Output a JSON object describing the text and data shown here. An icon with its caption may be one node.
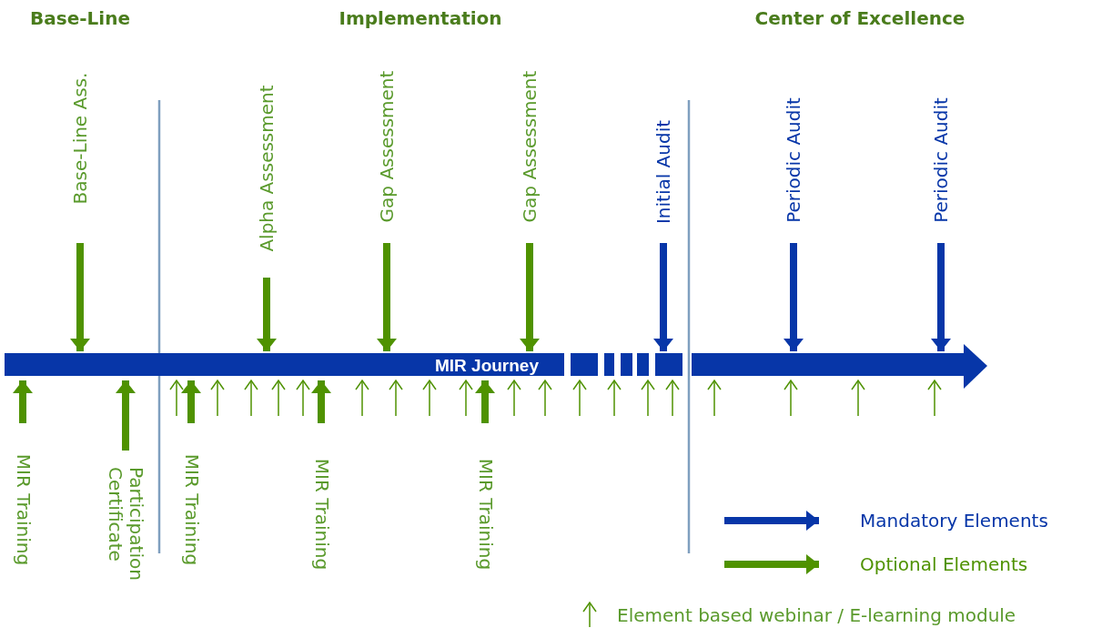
{
  "diagram": {
    "nodes": [
      {
        "text": [
          "Base-Line Ass."
        ]
      },
      {
        "text": [
          "Alpha Assessment"
        ]
      },
      {
        "text": [
          "Gap Assessment"
        ]
      },
      {
        "text": [
          "Gap Assessment"
        ]
      },
      {
        "text": [
          "Initial Audit"
        ]
      },
      {
        "text": [
          "Periodic Audit"
        ]
      },
      {
        "text": [
          "Periodic Audit"
        ]
      },
      {
        "text": [
          "MIR Journey"
        ]
      },
      {
        "text": [
          "MIR Training"
        ]
      },
      {
        "text": [
          "Participation Certificate"
        ]
      },
      {
        "text": [
          "MIR Training"
        ]
      },
      {
        "text": [
          "MIR Training"
        ]
      },
      {
        "text": [
          "MIR Training"
        ]
      }
    ],
    "edges": [
      {
        "from": 0,
        "to": 7,
        "arrow": "to",
        "style": "thick"
      },
      {
        "from": 1,
        "to": 7,
        "arrow": "to",
        "style": "thick"
      },
      {
        "from": 2,
        "to": 7,
        "arrow": "to",
        "style": "thick"
      },
      {
        "from": 3,
        "to": 7,
        "arrow": "to",
        "style": "thick"
      },
      {
        "from": 4,
        "to": 7,
        "arrow": "to",
        "style": "thick",
        "color": "#0736a8"
      },
      {
        "from": 5,
        "to": 7,
        "arrow": "to",
        "style": "thick",
        "color": "#0736a8"
      },
      {
        "from": 6,
        "to": 7,
        "arrow": "to",
        "style": "thick",
        "color": "#0736a8"
      },
      {
        "from": 8,
        "to": 7,
        "arrow": "to",
        "style": "thick"
      },
      {
        "from": 9,
        "to": 7,
        "arrow": "to",
        "style": "thick"
      },
      {
        "from": 10,
        "to": 7,
        "arrow": "to",
        "style": "thick"
      },
      {
        "from": 11,
        "to": 7,
        "arrow": "to",
        "style": "thick"
      },
      {
        "from": 12,
        "to": 7,
        "arrow": "to",
        "style": "thick"
      },
      {
        "from": null,
        "to": 7,
        "arrow": "to"
      },
      {
        "from": null,
        "to": 7,
        "arrow": "to"
      },
      {
        "from": null,
        "to": 7,
        "arrow": "to"
      },
      {
        "from": null,
        "to": 7,
        "arrow": "to"
      },
      {
        "from": null,
        "to": 7,
        "arrow": "to"
      },
      {
        "from": null,
        "to": 7,
        "arrow": "to"
      },
      {
        "from": null,
        "to": 7,
        "arrow": "to"
      },
      {
        "from": null,
        "to": 7,
        "arrow": "to"
      },
      {
        "from": null,
        "to": 7,
        "arrow": "to"
      },
      {
        "from": null,
        "to": 7,
        "arrow": "to"
      },
      {
        "from": null,
        "to": 7,
        "arrow": "to"
      },
      {
        "from": null,
        "to": 7,
        "arrow": "to"
      },
      {
        "from": null,
        "to": 7,
        "arrow": "to"
      },
      {
        "from": null,
        "to": 7,
        "arrow": "to"
      },
      {
        "from": null,
        "to": 7,
        "arrow": "to"
      },
      {
        "from": null,
        "to": 7,
        "arrow": "to"
      },
      {
        "from": null,
        "to": 7,
        "arrow": "to"
      },
      {
        "from": null,
        "to": 7,
        "arrow": "to"
      },
      {
        "from": null,
        "to": 7,
        "arrow": "to"
      }
    ],
    "labels": [
      "Base-Line",
      "Implementation",
      "Center of Excellence"
    ],
    "legend": [
      {
        "text": "Mandatory Elements",
        "color": "#0736a8"
      },
      {
        "text": "Optional Elements",
        "color": "#4f9200"
      },
      {
        "text": "Element based webinar / E-learning module"
      }
    ]
  }
}
